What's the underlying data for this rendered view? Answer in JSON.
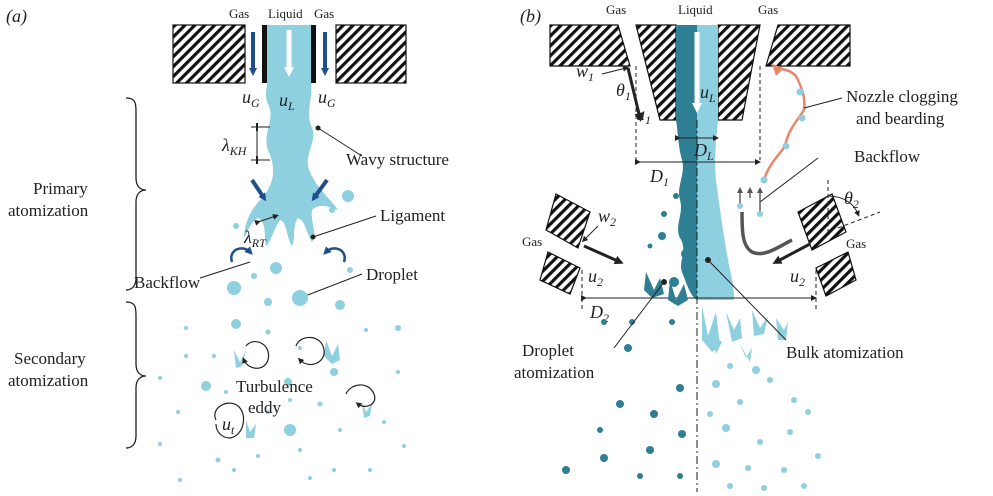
{
  "panel_a": {
    "panel_label": "(a)",
    "gas_left": "Gas",
    "liquid": "Liquid",
    "gas_right": "Gas",
    "u_g_left": "u",
    "u_g_left_sub": "G",
    "u_l": "u",
    "u_l_sub": "L",
    "u_g_right": "u",
    "u_g_right_sub": "G",
    "lambda_kh": "λ",
    "lambda_kh_sub": "KH",
    "lambda_rt": "λ",
    "lambda_rt_sub": "RT",
    "wavy_structure": "Wavy structure",
    "ligament": "Ligament",
    "droplet": "Droplet",
    "backflow": "Backflow",
    "primary_line1": "Primary",
    "primary_line2": "atomization",
    "secondary_line1": "Secondary",
    "secondary_line2": "atomization",
    "turbulence_line1": "Turbulence",
    "turbulence_line2": "eddy",
    "u_t": "u",
    "u_t_sub": "t"
  },
  "panel_b": {
    "panel_label": "(b)",
    "gas_left": "Gas",
    "liquid": "Liquid",
    "gas_right": "Gas",
    "w1": "w",
    "w1_sub": "1",
    "theta1": "θ",
    "theta1_sub": "1",
    "u1": "u",
    "u1_sub": "1",
    "u_l": "u",
    "u_l_sub": "L",
    "d_l": "D",
    "d_l_sub": "L",
    "d1": "D",
    "d1_sub": "1",
    "nozzle_line1": "Nozzle clogging",
    "nozzle_line2": "and bearding",
    "backflow": "Backflow",
    "w2": "w",
    "w2_sub": "2",
    "gas_side_left": "Gas",
    "gas_side_right": "Gas",
    "theta2": "θ",
    "theta2_sub": "2",
    "u2_left": "u",
    "u2_left_sub": "2",
    "u2_right": "u",
    "u2_right_sub": "2",
    "d2": "D",
    "d2_sub": "2",
    "droplet_line1": "Droplet",
    "droplet_line2": "atomization",
    "bulk": "Bulk atomization"
  },
  "colors": {
    "liquid_light": "#8ecfe0",
    "liquid_dark": "#2e7f93",
    "arrow_blue": "#1f4f8b",
    "clog_orange": "#e8866a",
    "hatch": "#111111"
  }
}
